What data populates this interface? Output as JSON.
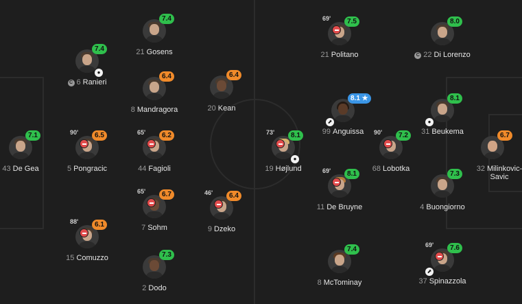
{
  "pitch": {
    "players": [
      {
        "id": "gosens",
        "num": "21",
        "name": "Gosens",
        "rating": "7.4",
        "rating_color": "green"
      },
      {
        "id": "ranieri",
        "num": "6",
        "name": "Ranieri",
        "rating": "7.4",
        "rating_color": "green",
        "captain": true,
        "event": "ball"
      },
      {
        "id": "mandragora",
        "num": "8",
        "name": "Mandragora",
        "rating": "6.4",
        "rating_color": "orange"
      },
      {
        "id": "kean",
        "num": "20",
        "name": "Kean",
        "rating": "6.4",
        "rating_color": "orange"
      },
      {
        "id": "degea",
        "num": "43",
        "name": "De Gea",
        "rating": "7.1",
        "rating_color": "green"
      },
      {
        "id": "pongracic",
        "num": "5",
        "name": "Pongracic",
        "rating": "6.5",
        "rating_color": "orange",
        "sub": "90'"
      },
      {
        "id": "fagioli",
        "num": "44",
        "name": "Fagioli",
        "rating": "6.2",
        "rating_color": "orange",
        "sub": "65'"
      },
      {
        "id": "sohm",
        "num": "7",
        "name": "Sohm",
        "rating": "6.7",
        "rating_color": "orange",
        "sub": "65'"
      },
      {
        "id": "dzeko",
        "num": "9",
        "name": "Dzeko",
        "rating": "6.4",
        "rating_color": "orange",
        "sub": "46'"
      },
      {
        "id": "comuzzo",
        "num": "15",
        "name": "Comuzzo",
        "rating": "6.1",
        "rating_color": "orange",
        "sub": "88'"
      },
      {
        "id": "dodo",
        "num": "2",
        "name": "Dodo",
        "rating": "7.3",
        "rating_color": "green"
      },
      {
        "id": "hojlund",
        "num": "19",
        "name": "Højlund",
        "rating": "8.1",
        "rating_color": "green",
        "sub": "73'",
        "event": "ball"
      },
      {
        "id": "politano",
        "num": "21",
        "name": "Politano",
        "rating": "7.5",
        "rating_color": "green",
        "sub": "69'"
      },
      {
        "id": "dilorenzo",
        "num": "22",
        "name": "Di Lorenzo",
        "rating": "8.0",
        "rating_color": "green",
        "captain": true
      },
      {
        "id": "anguissa",
        "num": "99",
        "name": "Anguissa",
        "rating": "8.1 ★",
        "rating_color": "blue",
        "event": "assist"
      },
      {
        "id": "buekema",
        "num": "31",
        "name": "Beukema",
        "rating": "8.1",
        "rating_color": "green",
        "event": "ball"
      },
      {
        "id": "milinkovic",
        "num": "32",
        "name": "Milinkovic-Savic",
        "rating": "6.7",
        "rating_color": "orange"
      },
      {
        "id": "lobotka",
        "num": "68",
        "name": "Lobotka",
        "rating": "7.2",
        "rating_color": "green",
        "sub": "90'"
      },
      {
        "id": "debruyne",
        "num": "11",
        "name": "De Bruyne",
        "rating": "8.1",
        "rating_color": "green",
        "sub": "69'"
      },
      {
        "id": "buongiorno",
        "num": "4",
        "name": "Buongiorno",
        "rating": "7.3",
        "rating_color": "green"
      },
      {
        "id": "mctominay",
        "num": "8",
        "name": "McTominay",
        "rating": "7.4",
        "rating_color": "green"
      },
      {
        "id": "spinazzola",
        "num": "37",
        "name": "Spinazzola",
        "rating": "7.6",
        "rating_color": "green",
        "sub": "69'",
        "event": "assist"
      }
    ]
  }
}
